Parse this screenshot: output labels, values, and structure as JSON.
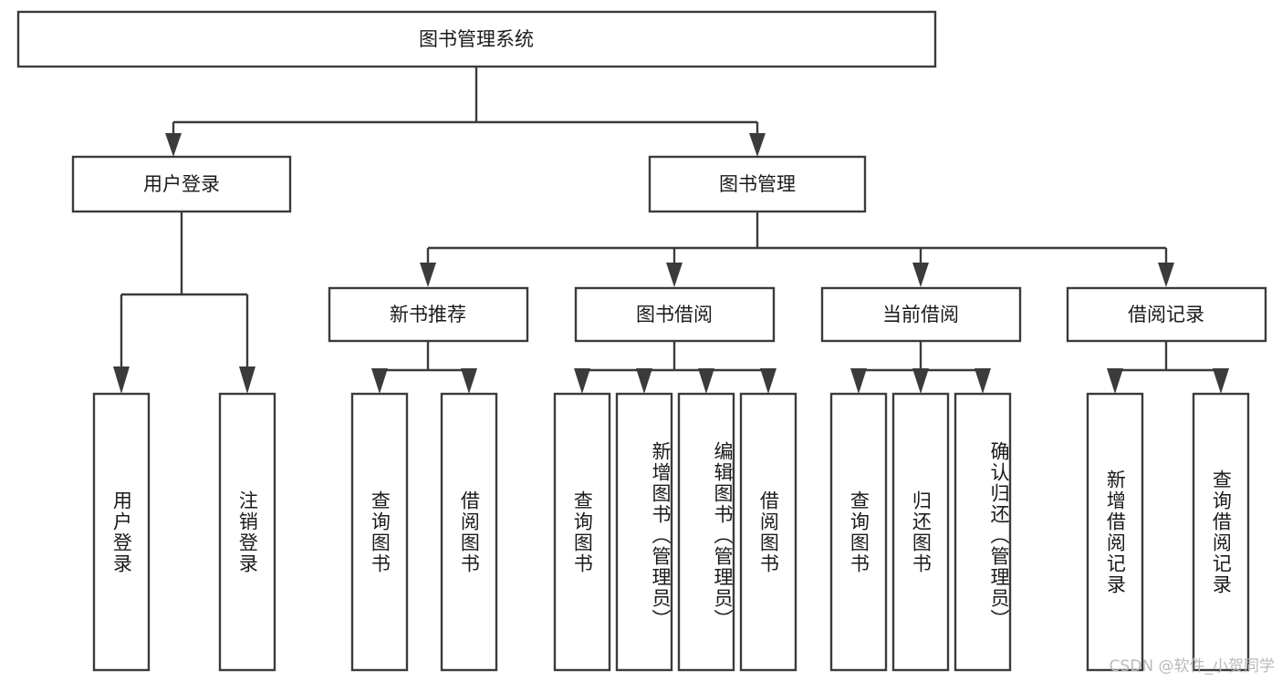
{
  "diagram": {
    "type": "tree-hierarchy",
    "title": "图书管理系统",
    "watermark": "CSDN @软件_小贺同学",
    "colors": {
      "stroke": "#3b3b3b",
      "fill": "#ffffff",
      "text": "#1a1a1a",
      "watermark": "#b9b9b9"
    },
    "levels": {
      "root": {
        "label": "图书管理系统"
      },
      "level2": [
        {
          "label": "用户登录"
        },
        {
          "label": "图书管理"
        }
      ],
      "level3": [
        {
          "label": "新书推荐"
        },
        {
          "label": "图书借阅"
        },
        {
          "label": "当前借阅"
        },
        {
          "label": "借阅记录"
        }
      ],
      "leaves": {
        "user_login": [
          {
            "label": "用户登录"
          },
          {
            "label": "注销登录"
          }
        ],
        "new_book": [
          {
            "label": "查询图书"
          },
          {
            "label": "借阅图书"
          }
        ],
        "book_borrow": [
          {
            "label": "查询图书"
          },
          {
            "label": "新增图书（管理员）"
          },
          {
            "label": "编辑图书（管理员）"
          },
          {
            "label": "借阅图书"
          }
        ],
        "current_borrow": [
          {
            "label": "查询图书"
          },
          {
            "label": "归还图书"
          },
          {
            "label": "确认归还（管理员）"
          }
        ],
        "borrow_record": [
          {
            "label": "新增借阅记录"
          },
          {
            "label": "查询借阅记录"
          }
        ]
      }
    }
  }
}
